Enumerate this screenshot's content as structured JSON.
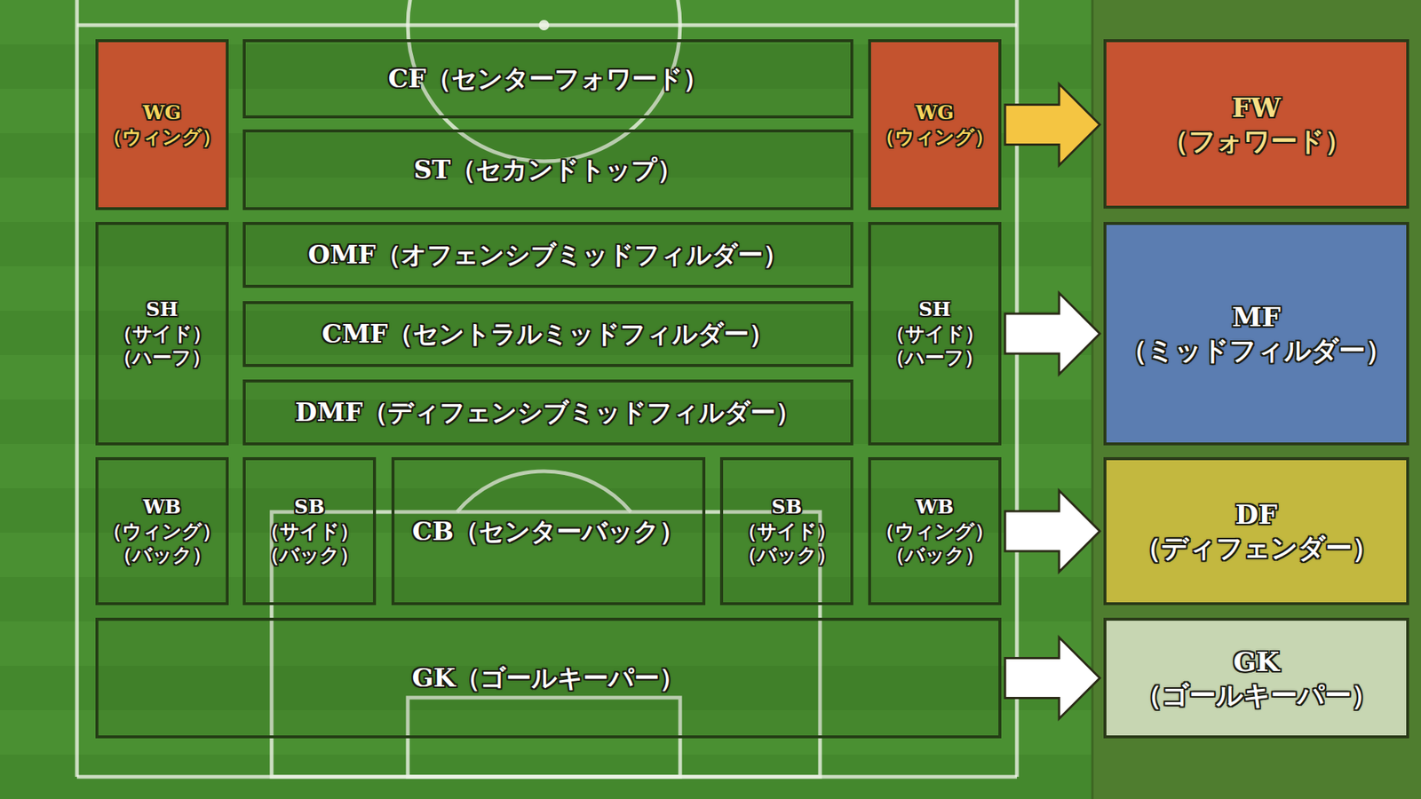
{
  "diagram": {
    "nodes": [
      {
        "text": [
          "WG （ウィング）"
        ]
      },
      {
        "text": [
          "CF（センターフォワード）"
        ]
      },
      {
        "text": [
          "ST（セカンドトップ）"
        ]
      },
      {
        "text": [
          "WG （ウィング）"
        ]
      },
      {
        "text": [
          "FW （フォワード）"
        ]
      },
      {
        "text": [
          "SH （サイド） （ハーフ）"
        ]
      },
      {
        "text": [
          "OMF（オフェンシブミッドフィルダー）"
        ]
      },
      {
        "text": [
          "CMF（セントラルミッドフィルダー）"
        ]
      },
      {
        "text": [
          "DMF（ディフェンシブミッドフィルダー）"
        ]
      },
      {
        "text": [
          "SH （サイド） （ハーフ）"
        ]
      },
      {
        "text": [
          "MF （ミッドフィルダー）"
        ]
      },
      {
        "text": [
          "WB （ウィング） （バック）"
        ]
      },
      {
        "text": [
          "SB （サイド） （バック）"
        ]
      },
      {
        "text": [
          "CB（センターバック）"
        ]
      },
      {
        "text": [
          "SB （サイド） （バック）"
        ]
      },
      {
        "text": [
          "WB （ウィング） （バック）"
        ]
      },
      {
        "text": [
          "DF （ディフェンダー）"
        ]
      },
      {
        "text": [
          "GK（ゴールキーパー）"
        ]
      },
      {
        "text": [
          "GK （ゴールキーパー）"
        ]
      }
    ],
    "edges": [
      {
        "from": 3,
        "to": 4,
        "arrow": "to"
      },
      {
        "from": 9,
        "to": 10,
        "arrow": "to"
      },
      {
        "from": 15,
        "to": 16,
        "arrow": "to"
      },
      {
        "from": 17,
        "to": 18,
        "arrow": "to"
      }
    ]
  }
}
